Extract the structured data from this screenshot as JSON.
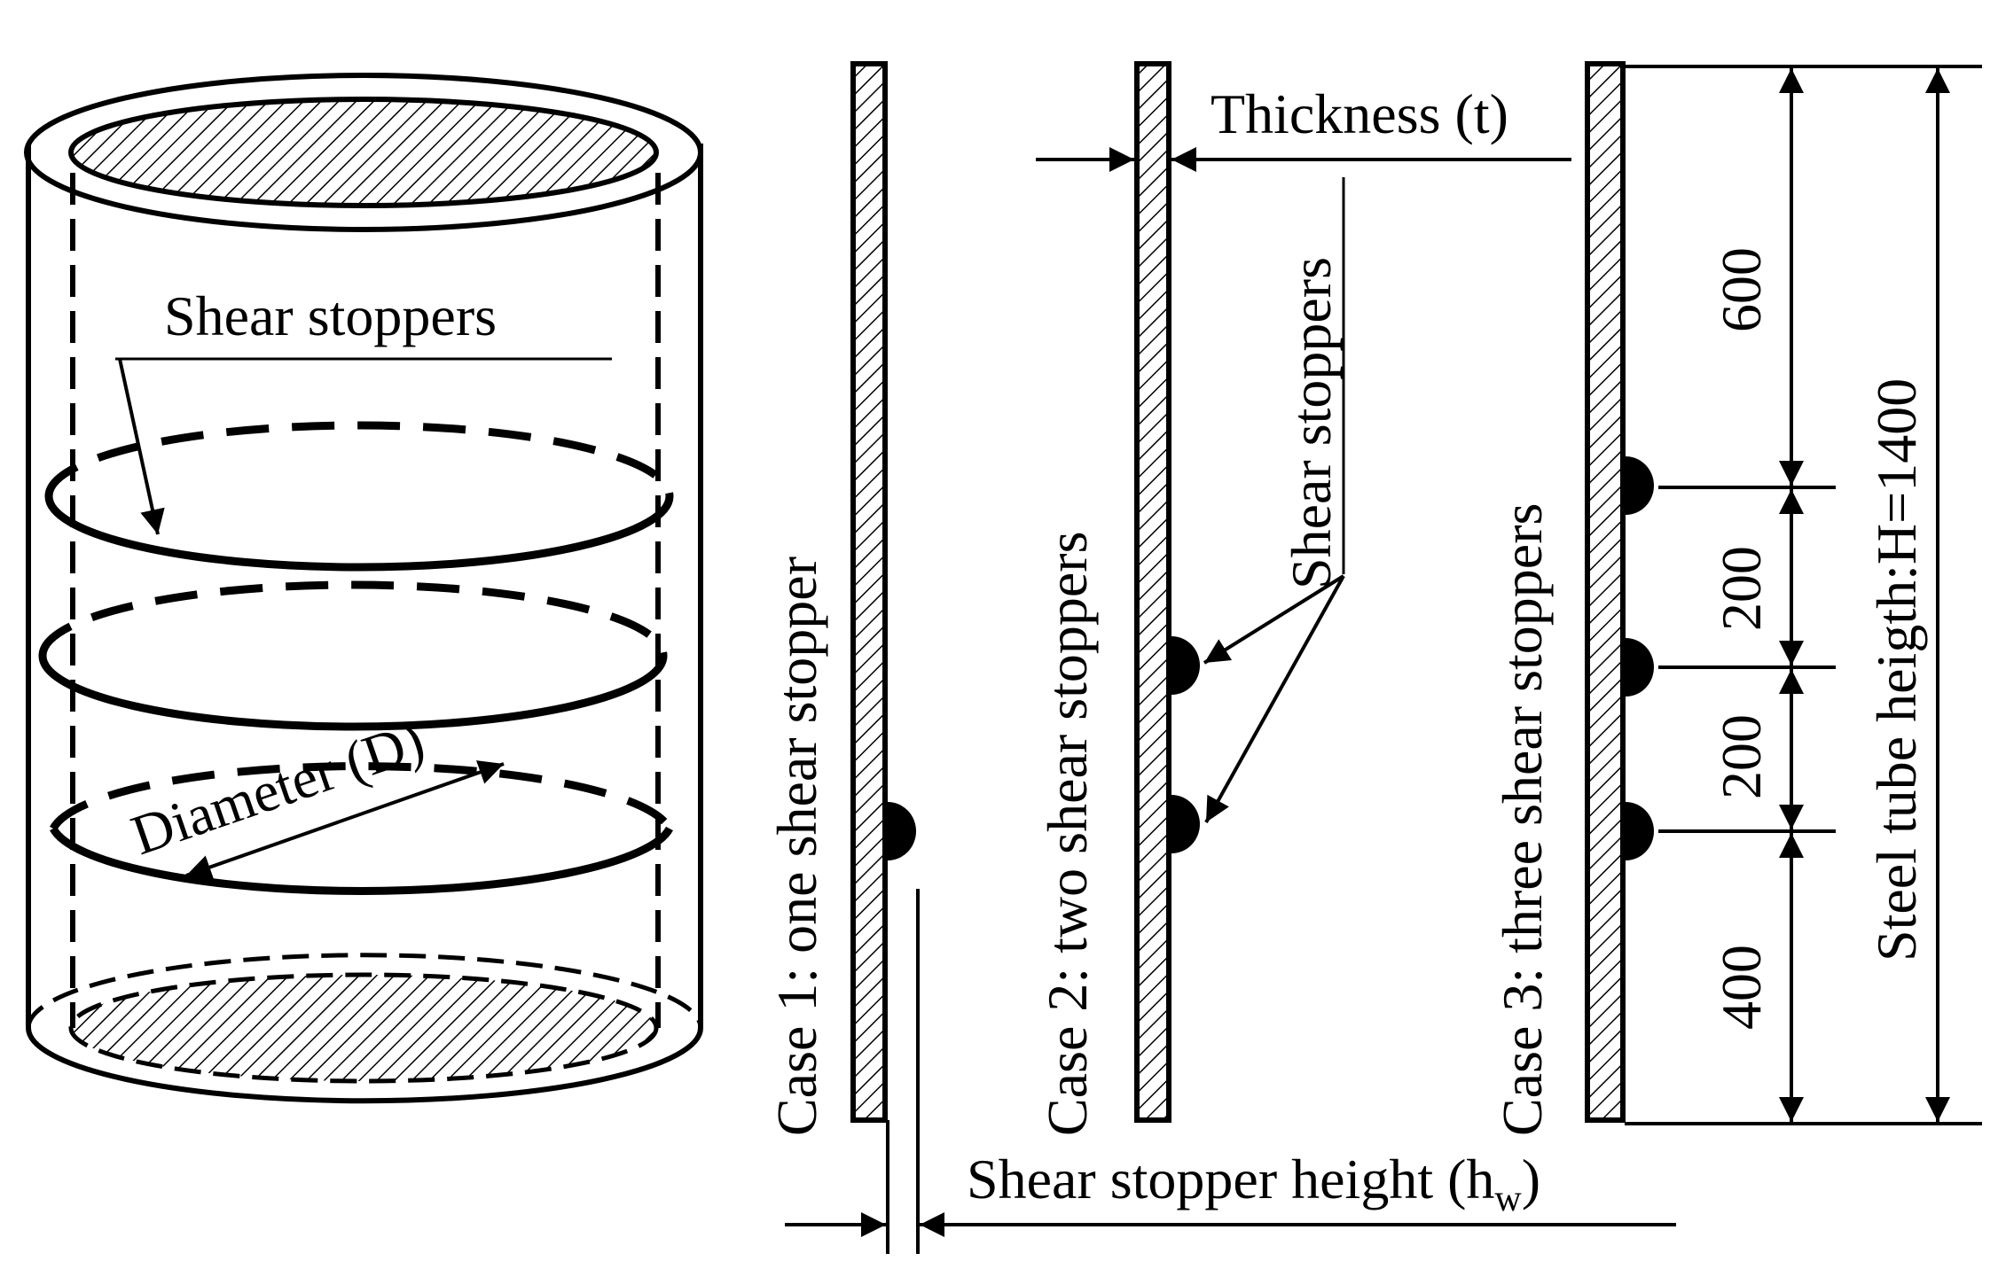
{
  "labels": {
    "shear_stoppers_left": "Shear stoppers",
    "diameter": "Diameter (D)",
    "thickness": "Thickness (t)",
    "shear_stoppers_mid": "Shear stoppers",
    "case1": "Case 1: one shear stopper",
    "case2": "Case 2: two shear stoppers",
    "case3": "Case 3: three shear stoppers",
    "stopper_height_main": "Shear stopper height (h",
    "stopper_height_sub": "w",
    "stopper_height_close": ")",
    "dim_600": "600",
    "dim_200_upper": "200",
    "dim_200_lower": "200",
    "dim_400": "400",
    "tube_height": "Steel tube heigth:H=1400"
  },
  "colors": {
    "line": "#000000",
    "diameter_label": "#cc5500",
    "background": "#ffffff"
  },
  "dimensions_mm": {
    "total_height": 1400,
    "top_segment": 600,
    "middle_segment_upper": 200,
    "middle_segment_lower": 200,
    "bottom_segment": 400
  }
}
